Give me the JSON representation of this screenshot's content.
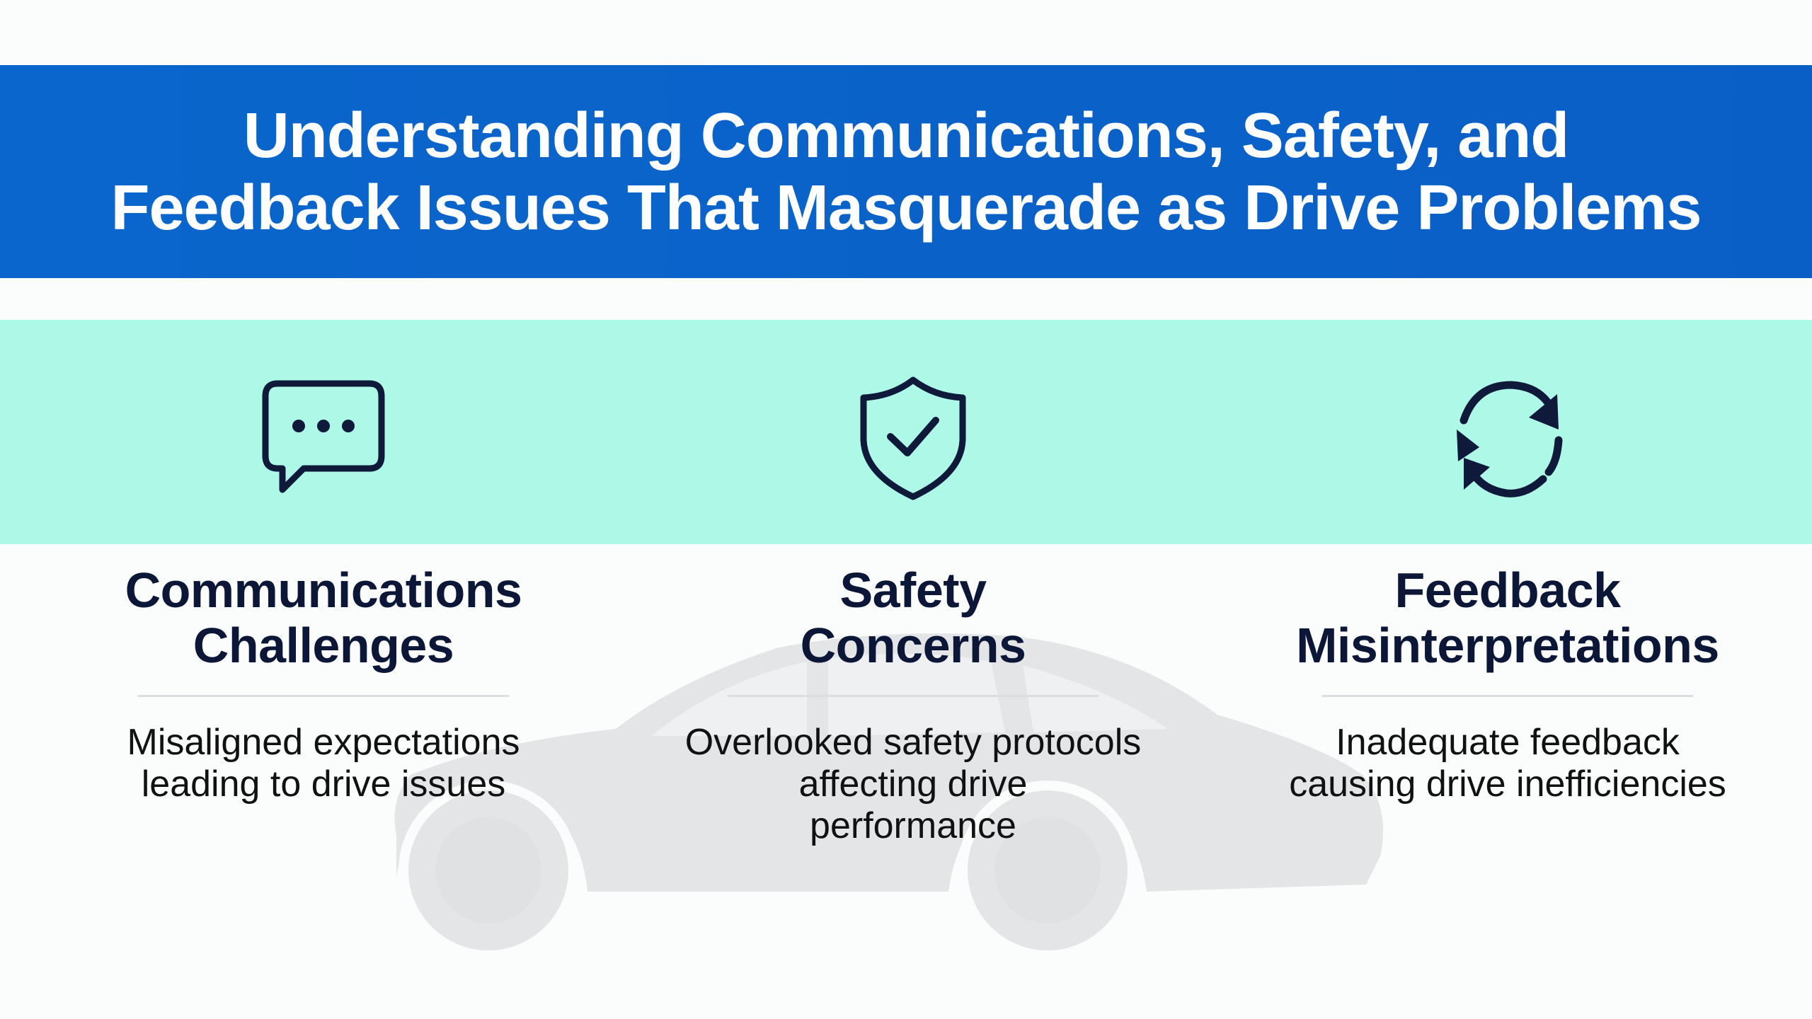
{
  "header": {
    "title_line1": "Understanding Communications, Safety, and",
    "title_line2": "Feedback Issues That Masquerade as Drive Problems"
  },
  "colors": {
    "banner": "#0a62c9",
    "band": "#aef8e8",
    "heading": "#0c1636",
    "icon": "#0f1a3a",
    "car": "#e3e5e7"
  },
  "columns": [
    {
      "icon": "chat-bubble-icon",
      "heading_line1": "Communications",
      "heading_line2": "Challenges",
      "desc_line1": "Misaligned expectations",
      "desc_line2": "leading to drive issues"
    },
    {
      "icon": "shield-check-icon",
      "heading_line1": "Safety",
      "heading_line2": "Concerns",
      "desc_line1": "Overlooked safety protocols",
      "desc_line2": "affecting drive",
      "desc_line3": "performance"
    },
    {
      "icon": "refresh-cycle-icon",
      "heading_line1": "Feedback",
      "heading_line2": "Misinterpretations",
      "desc_line1": "Inadequate feedback",
      "desc_line2": "causing drive inefficiencies"
    }
  ]
}
